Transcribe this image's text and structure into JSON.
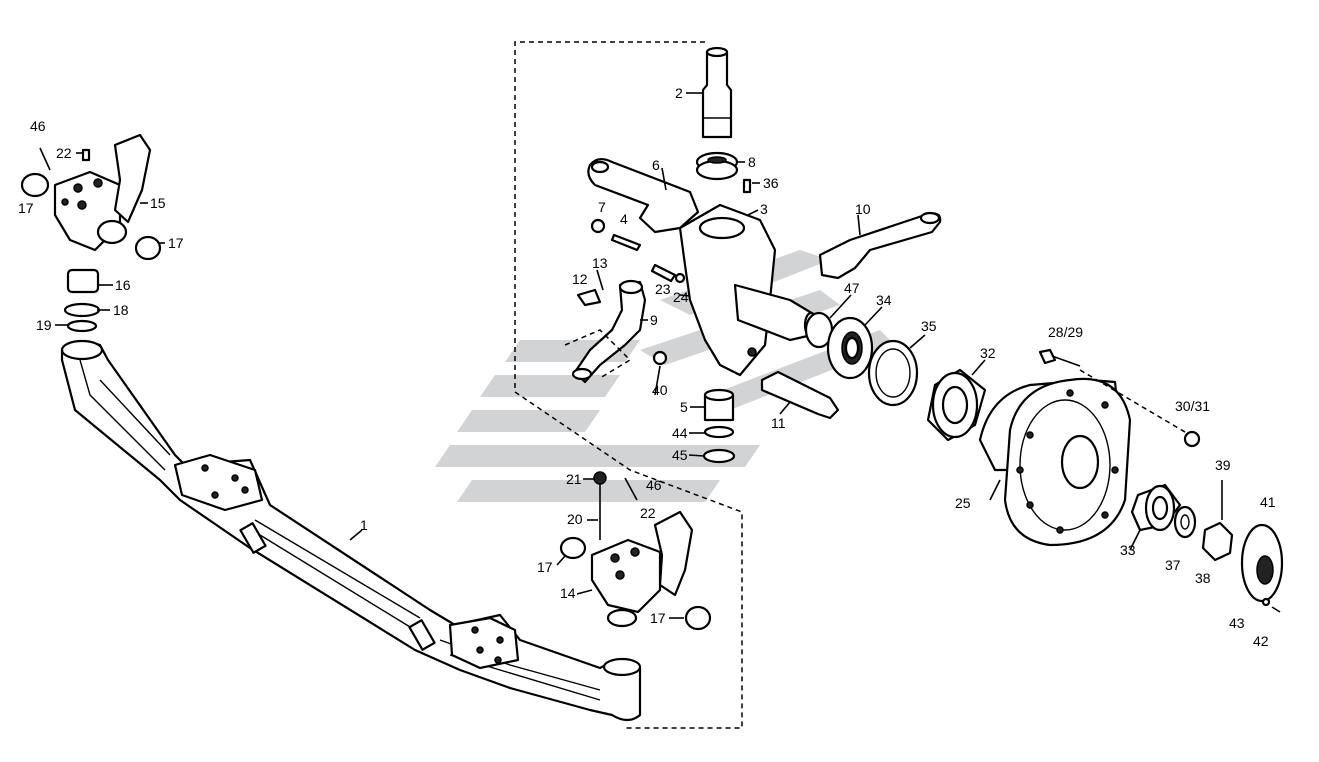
{
  "diagram": {
    "type": "exploded parts diagram",
    "part_labels": [
      "1",
      "2",
      "3",
      "4",
      "5",
      "6",
      "7",
      "8",
      "9",
      "10",
      "11",
      "12",
      "13",
      "14",
      "15",
      "16",
      "17",
      "18",
      "19",
      "20",
      "21",
      "22",
      "23",
      "24",
      "25",
      "28/29",
      "30/31",
      "32",
      "33",
      "34",
      "35",
      "36",
      "37",
      "38",
      "39",
      "40",
      "41",
      "42",
      "43",
      "44",
      "45",
      "46",
      "47"
    ]
  },
  "labels": {
    "l46a": "46",
    "l22a": "22",
    "l17a": "17",
    "l15": "15",
    "l17b": "17",
    "l16": "16",
    "l18": "18",
    "l19": "19",
    "l1": "1",
    "l2": "2",
    "l6": "6",
    "l8": "8",
    "l36": "36",
    "l3": "3",
    "l7": "7",
    "l4": "4",
    "l13": "13",
    "l12": "12",
    "l23": "23",
    "l24": "24",
    "l9": "9",
    "l40": "40",
    "l10": "10",
    "l47": "47",
    "l34": "34",
    "l35": "35",
    "l32": "32",
    "l11": "11",
    "l5": "5",
    "l44": "44",
    "l45": "45",
    "l2829": "28/29",
    "l3031": "30/31",
    "l25": "25",
    "l39": "39",
    "l41": "41",
    "l33": "33",
    "l37": "37",
    "l38": "38",
    "l43": "43",
    "l42": "42",
    "l21": "21",
    "l46b": "46",
    "l20": "20",
    "l22b": "22",
    "l17c": "17",
    "l14": "14",
    "l17d": "17"
  }
}
